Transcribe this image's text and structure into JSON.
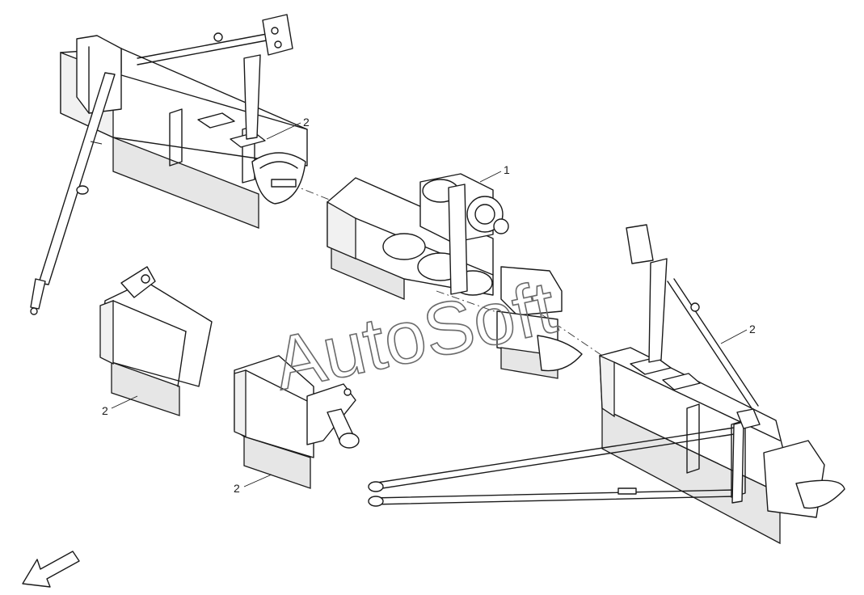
{
  "watermark": "AutoSoft",
  "callouts": [
    {
      "id": "c1",
      "label": "1"
    },
    {
      "id": "c2a",
      "label": "2"
    },
    {
      "id": "c2b",
      "label": "2"
    },
    {
      "id": "c2c",
      "label": "2"
    },
    {
      "id": "c2d",
      "label": "2"
    },
    {
      "id": "c2e",
      "label": "2"
    }
  ],
  "icons": {
    "orientation": "arrow-down-left-icon"
  }
}
